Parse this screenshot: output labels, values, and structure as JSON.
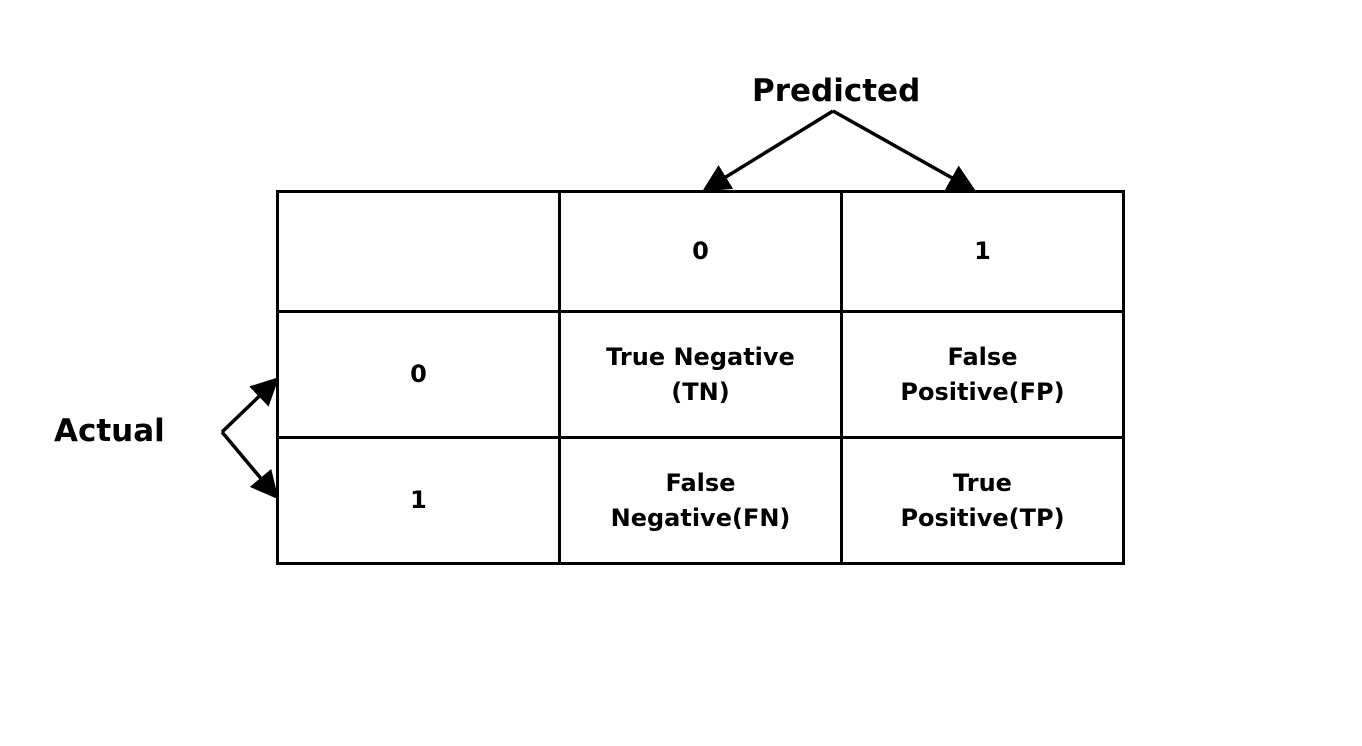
{
  "axes": {
    "predicted_label": "Predicted",
    "actual_label": "Actual"
  },
  "header": {
    "corner": "",
    "col_0": "0",
    "col_1": "1"
  },
  "rows": [
    {
      "label": "0",
      "cells": [
        "True Negative\n(TN)",
        "False\nPositive(FP)"
      ]
    },
    {
      "label": "1",
      "cells": [
        "False\nNegative(FN)",
        "True\nPositive(TP)"
      ]
    }
  ]
}
